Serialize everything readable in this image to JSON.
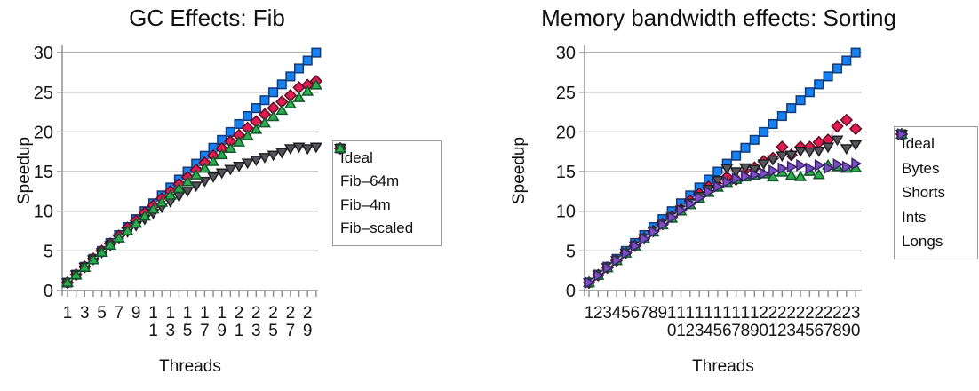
{
  "figure_title": "Speedup scatter charts",
  "chart_data": [
    {
      "type": "scatter",
      "title": "GC Effects: Fib",
      "xlabel": "Threads",
      "ylabel": "Speedup",
      "ylim": [
        0,
        30
      ],
      "yticks": [
        0,
        5,
        10,
        15,
        20,
        25,
        30
      ],
      "grid": true,
      "legend_position": "right",
      "x": [
        1,
        2,
        3,
        4,
        5,
        6,
        7,
        8,
        9,
        10,
        11,
        12,
        13,
        14,
        15,
        16,
        17,
        18,
        19,
        20,
        21,
        22,
        23,
        24,
        25,
        26,
        27,
        28,
        29,
        30
      ],
      "xtick_threads": [
        1,
        3,
        5,
        7,
        9,
        11,
        13,
        15,
        17,
        19,
        21,
        23,
        25,
        27,
        29
      ],
      "xtick_labels": [
        "1",
        "3",
        "5",
        "7",
        "9",
        "11",
        "13",
        "15",
        "17",
        "19",
        "21",
        "23",
        "25",
        "27",
        "29"
      ],
      "series": [
        {
          "name": "Ideal",
          "marker": "square",
          "color": "#1581F2",
          "stroke": "#123A78",
          "line": null,
          "values": [
            1,
            2,
            3,
            4,
            5,
            6,
            7,
            8,
            9,
            10,
            11,
            12,
            13,
            14,
            15,
            16,
            17,
            18,
            19,
            20,
            21,
            22,
            23,
            24,
            25,
            26,
            27,
            28,
            29,
            30
          ]
        },
        {
          "name": "Fib–64m",
          "marker": "diamond",
          "color": "#E31B53",
          "stroke": "#5E0E23",
          "line": "#F7A8BE",
          "values": [
            1,
            2,
            3,
            4,
            5,
            5.9,
            6.9,
            7.9,
            8.8,
            9.8,
            10.7,
            11.6,
            12.5,
            13.4,
            14.3,
            15.2,
            16.1,
            17,
            17.9,
            18.8,
            19.6,
            20.5,
            21.3,
            22.2,
            23,
            23.8,
            24.6,
            25.6,
            25.9,
            26.4
          ]
        },
        {
          "name": "Fib–4m",
          "marker": "triangle-down",
          "color": "#55555C",
          "stroke": "#202024",
          "line": "#BDBDBD",
          "values": [
            1,
            2,
            2.95,
            3.9,
            4.8,
            5.7,
            6.55,
            7.4,
            8.2,
            9,
            9.75,
            10.5,
            11.2,
            11.9,
            12.55,
            13.2,
            13.8,
            14.35,
            14.85,
            15.3,
            15.7,
            16.1,
            16.45,
            16.8,
            17.1,
            17.4,
            17.9,
            18.1,
            17.9,
            18.1
          ]
        },
        {
          "name": "Fib–scaled",
          "marker": "triangle-up",
          "color": "#2FAC50",
          "stroke": "#11552A",
          "line": "#A6DCA6",
          "values": [
            1,
            1.95,
            2.9,
            3.85,
            4.8,
            5.7,
            6.6,
            7.5,
            8.45,
            9.35,
            10.25,
            11.1,
            12,
            12.85,
            13.7,
            14.55,
            15.4,
            16.25,
            17.1,
            17.9,
            18.7,
            19.5,
            20.3,
            21.1,
            21.9,
            22.7,
            23.5,
            24.3,
            25.1,
            25.9
          ]
        }
      ]
    },
    {
      "type": "scatter",
      "title": "Memory bandwidth effects: Sorting",
      "xlabel": "Threads",
      "ylabel": "Speedup",
      "ylim": [
        0,
        30
      ],
      "yticks": [
        0,
        5,
        10,
        15,
        20,
        25,
        30
      ],
      "grid": true,
      "legend_position": "right",
      "x": [
        1,
        2,
        3,
        4,
        5,
        6,
        7,
        8,
        9,
        10,
        11,
        12,
        13,
        14,
        15,
        16,
        17,
        18,
        19,
        20,
        21,
        22,
        23,
        24,
        25,
        26,
        27,
        28,
        29,
        30
      ],
      "xtick_threads": [
        1,
        2,
        3,
        4,
        5,
        6,
        7,
        8,
        9,
        10,
        11,
        12,
        13,
        14,
        15,
        16,
        17,
        18,
        19,
        20,
        21,
        22,
        23,
        24,
        25,
        26,
        27,
        28,
        29,
        30
      ],
      "xtick_labels": [
        "1",
        "2",
        "3",
        "4",
        "5",
        "6",
        "7",
        "8",
        "9",
        "10",
        "11",
        "12",
        "13",
        "14",
        "15",
        "16",
        "17",
        "18",
        "19",
        "20",
        "21",
        "22",
        "23",
        "24",
        "25",
        "26",
        "27",
        "28",
        "29",
        "30"
      ],
      "series": [
        {
          "name": "Ideal",
          "marker": "square",
          "color": "#1581F2",
          "stroke": "#123A78",
          "line": null,
          "values": [
            1,
            2,
            3,
            4,
            5,
            6,
            7,
            8,
            9,
            10,
            11,
            12,
            13,
            14,
            15,
            16,
            17,
            18,
            19,
            20,
            21,
            22,
            23,
            24,
            25,
            26,
            27,
            28,
            29,
            30
          ]
        },
        {
          "name": "Bytes",
          "marker": "diamond",
          "color": "#E31B53",
          "stroke": "#5E0E23",
          "line": "#F7A8BE",
          "values": [
            1,
            1.95,
            2.9,
            3.8,
            4.75,
            5.65,
            6.6,
            7.5,
            8.4,
            9.3,
            10.2,
            11.3,
            12.2,
            13.1,
            13.3,
            14.3,
            14,
            15.2,
            15.5,
            16.3,
            16.7,
            18.1,
            17.1,
            18.1,
            18.1,
            18.7,
            19,
            20.7,
            21.5,
            20.4
          ]
        },
        {
          "name": "Shorts",
          "marker": "triangle-down",
          "color": "#55555C",
          "stroke": "#202024",
          "line": "#BDBDBD",
          "values": [
            1,
            1.95,
            2.9,
            3.8,
            4.75,
            5.65,
            6.55,
            7.45,
            8.35,
            9.25,
            10.15,
            11.05,
            11.9,
            12.8,
            13.9,
            15.4,
            15,
            15.5,
            15.3,
            16,
            16.5,
            17,
            17.1,
            17.6,
            17.5,
            17.6,
            18.1,
            19,
            17.9,
            18.4
          ]
        },
        {
          "name": "Ints",
          "marker": "triangle-up",
          "color": "#2FAC50",
          "stroke": "#11552A",
          "line": "#A6DCA6",
          "values": [
            1,
            1.9,
            2.85,
            3.75,
            4.7,
            5.6,
            6.5,
            7.35,
            8.25,
            9.1,
            10,
            10.8,
            11.6,
            12.35,
            13,
            13.6,
            14,
            14.3,
            14.5,
            14.7,
            14.3,
            14.9,
            14.5,
            14.35,
            15,
            14.6,
            15.8,
            15.6,
            15.4,
            15.45
          ]
        },
        {
          "name": "Longs",
          "marker": "triangle-right",
          "color": "#7C4FC4",
          "stroke": "#3A2368",
          "line": "#CDB4EA",
          "values": [
            1,
            1.9,
            2.85,
            3.8,
            4.7,
            5.6,
            6.5,
            7.4,
            8.3,
            9.2,
            10.1,
            10.9,
            11.7,
            12.45,
            13.1,
            13.7,
            14.1,
            14.4,
            14.6,
            14.75,
            15.1,
            15.4,
            15.6,
            15.8,
            15.4,
            15.8,
            15.45,
            15.9,
            15.6,
            16
          ]
        }
      ]
    }
  ]
}
